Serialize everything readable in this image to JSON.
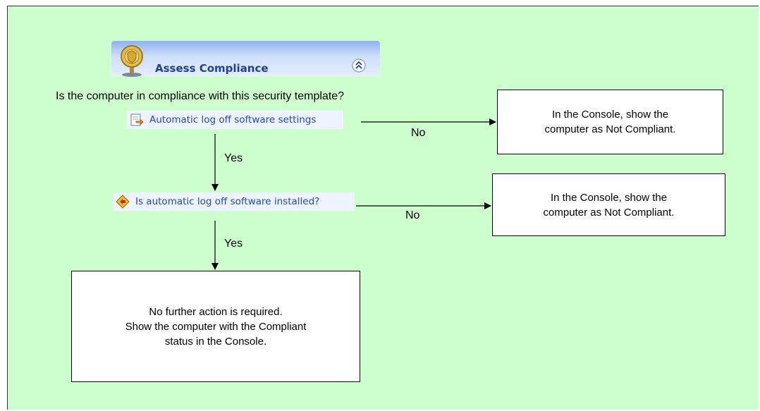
{
  "panel": {
    "title": "Assess Compliance"
  },
  "question": "Is the computer in compliance with this security template?",
  "tasks": [
    {
      "label": "Automatic log off software settings",
      "icon": "settings-task-icon"
    },
    {
      "label": "Is automatic log off software installed?",
      "icon": "diamond-decision-icon"
    }
  ],
  "outcomes": [
    {
      "text": "In the Console, show the\ncomputer as Not Compliant."
    },
    {
      "text": "In the Console, show the\ncomputer as Not Compliant."
    },
    {
      "text": "No further action is required.\nShow the computer with the Compliant\nstatus in the  Console."
    }
  ],
  "edge_labels": {
    "no_1": "No",
    "yes_1": "Yes",
    "no_2": "No",
    "yes_2": "Yes"
  },
  "colors": {
    "background": "#ccffcc",
    "link": "#1f47c4",
    "panel_title": "#1d3fa8"
  }
}
